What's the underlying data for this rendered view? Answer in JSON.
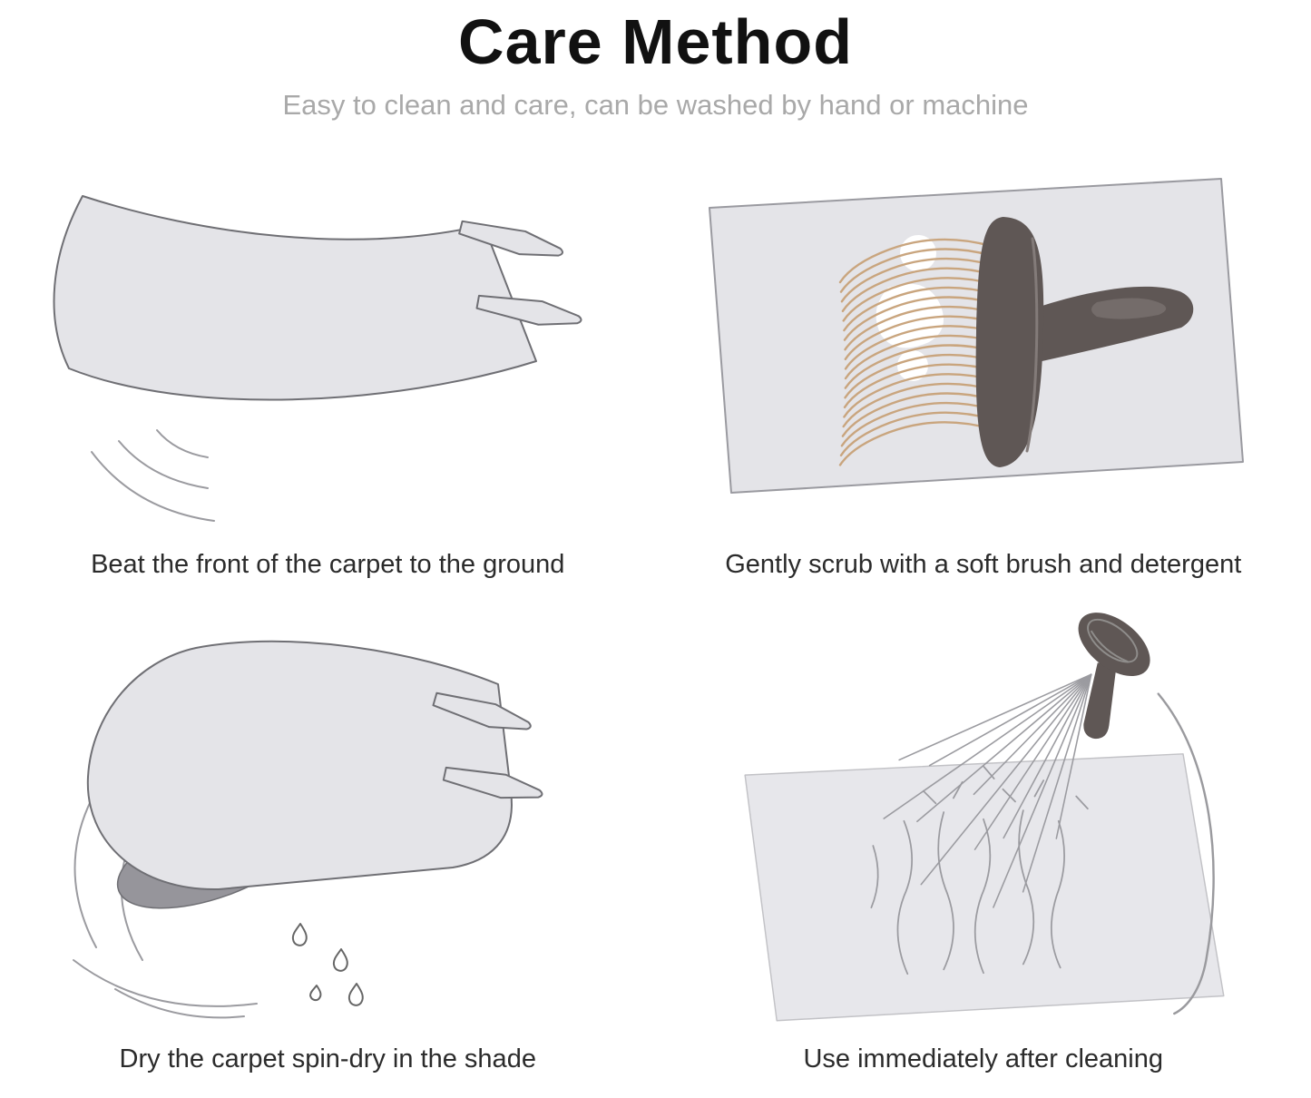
{
  "header": {
    "title": "Care Method",
    "subtitle": "Easy to clean and care, can be washed by hand or machine"
  },
  "panels": {
    "beat": {
      "caption": "Beat the front of the carpet to the ground"
    },
    "scrub": {
      "caption": "Gently scrub with a soft brush and detergent"
    },
    "dry": {
      "caption": "Dry the carpet spin-dry in the shade"
    },
    "rinse": {
      "caption": "Use immediately after cleaning"
    }
  },
  "colors": {
    "carpet": "#e4e4e8",
    "carpet_stroke": "#9a9aa0",
    "outline": "#6f6f74",
    "brush": "#5f5755",
    "bristle": "#c9a57e",
    "roll_shadow": "#96959b",
    "line": "#9b9ba0",
    "title": "#111111",
    "subtitle": "#a9a9a9",
    "caption": "#2b2b2b"
  }
}
